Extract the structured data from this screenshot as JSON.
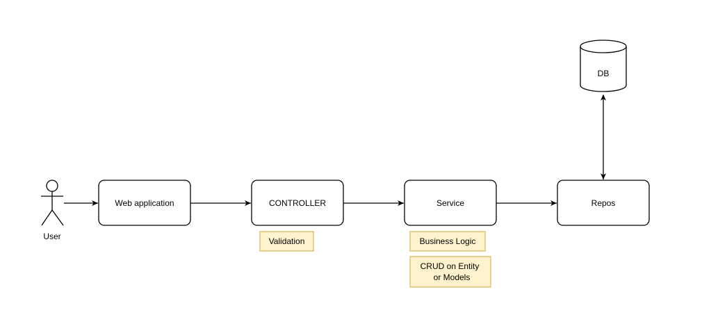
{
  "diagram": {
    "actor": {
      "label": "User"
    },
    "nodes": {
      "web_app": "Web application",
      "controller": "CONTROLLER",
      "service": "Service",
      "repos": "Repos",
      "db": "DB"
    },
    "notes": {
      "validation": "Validation",
      "business_logic": "Business Logic",
      "crud_line1": "CRUD on Entity",
      "crud_line2": "or Models"
    },
    "colors": {
      "stroke": "#000000",
      "node_fill": "#ffffff",
      "note_fill": "#fff2cc",
      "note_stroke": "#d6b656"
    }
  }
}
